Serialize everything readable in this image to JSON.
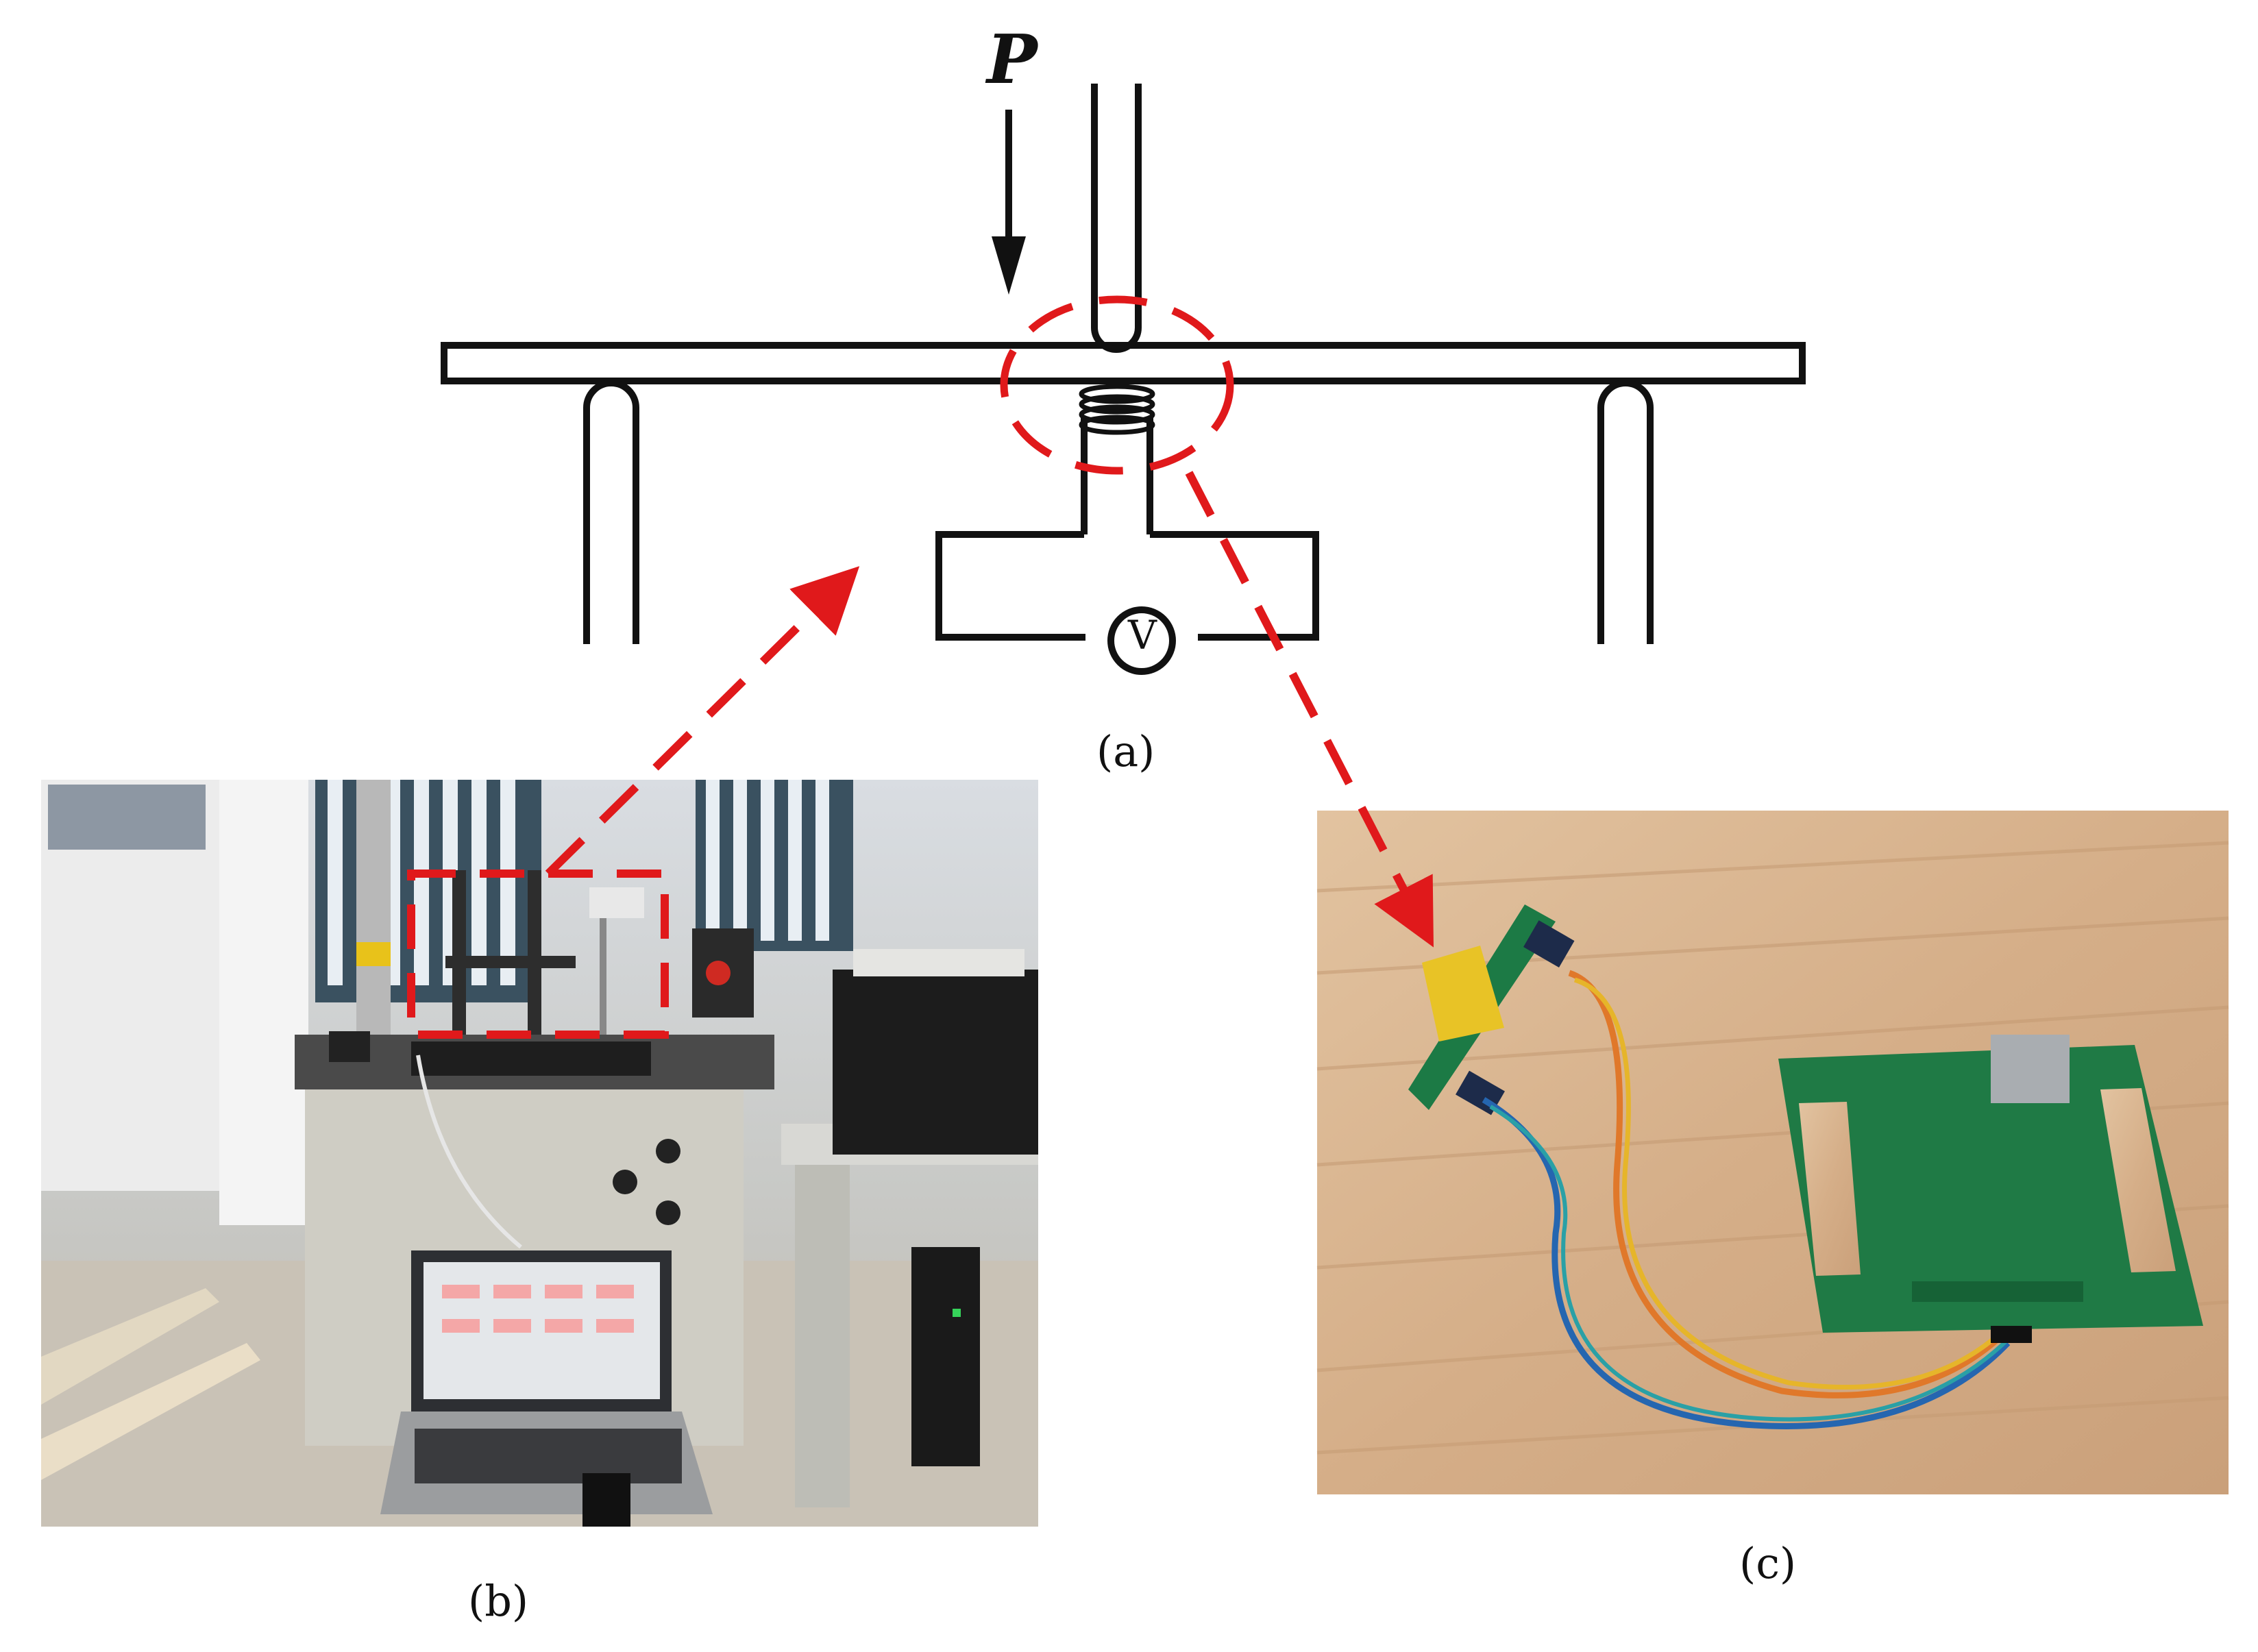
{
  "schematic": {
    "force_label": "P",
    "voltmeter_symbol": "V",
    "caption": "(a)"
  },
  "photo_testing_machine": {
    "caption": "(b)"
  },
  "photo_sensor_board": {
    "caption": "(c)"
  },
  "colors": {
    "highlight": "#e0191b",
    "line": "#111111",
    "pcb": "#1f7a45",
    "wood": "#d9b48e"
  }
}
